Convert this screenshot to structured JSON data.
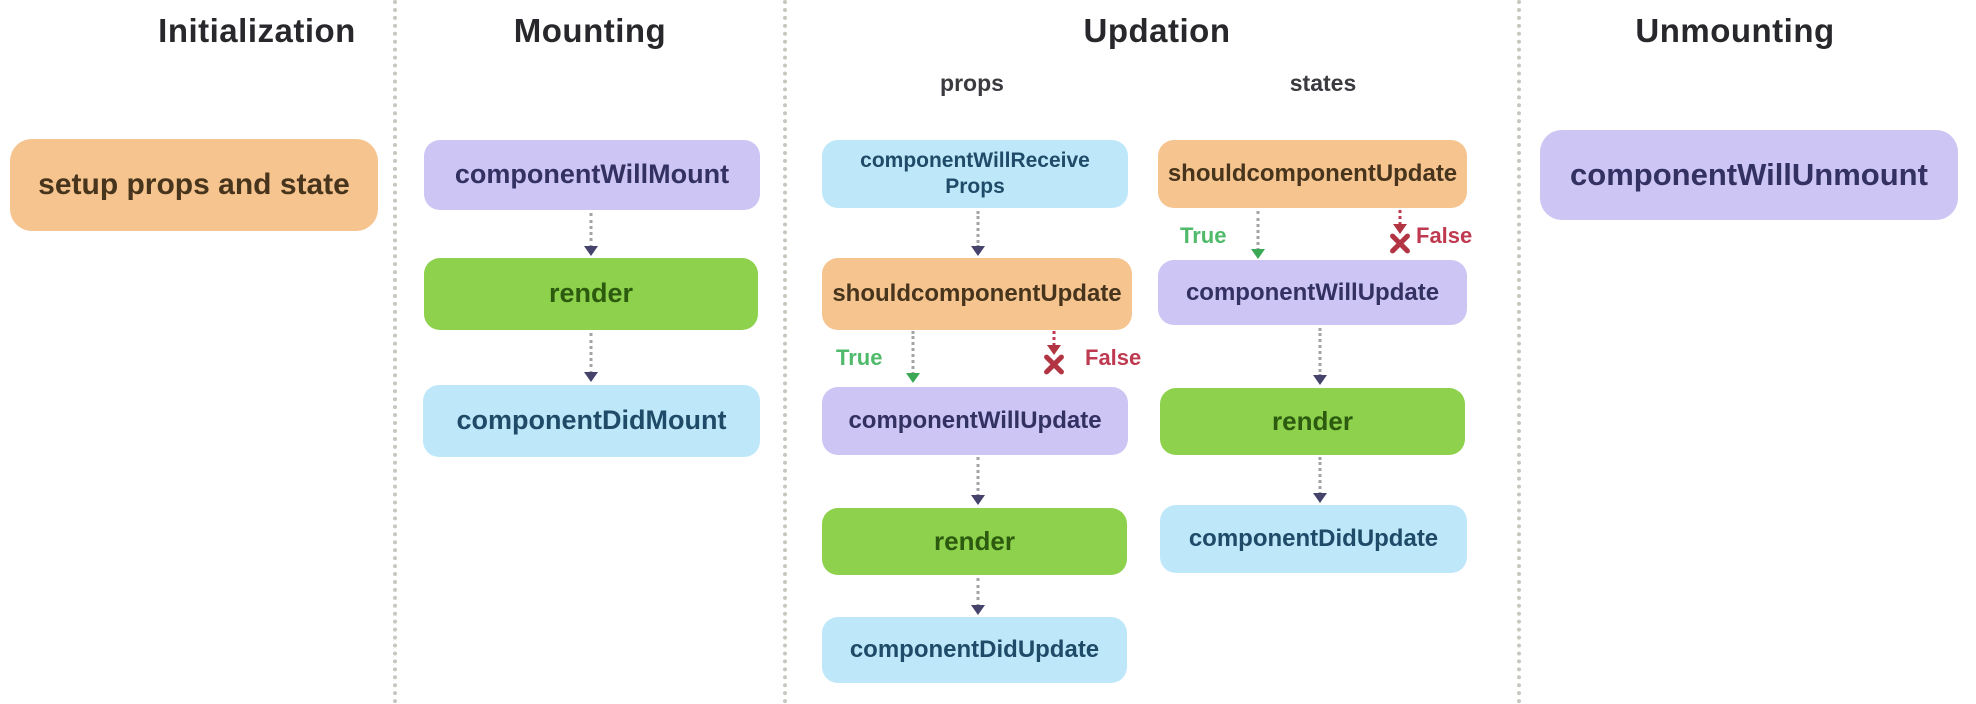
{
  "palette": {
    "node_orange": "#f6c48f",
    "node_purple": "#cdc5f3",
    "node_green": "#8dd14c",
    "node_blue": "#bee8fa",
    "true_green": "#4fba6a",
    "false_red": "#bf3a50",
    "arrow_gray": "#a3a3a6",
    "arrowhead_dark": "#45426b"
  },
  "columns": [
    {
      "title": "Initialization",
      "boxes": [
        {
          "label": "setup props and state",
          "color": "orange"
        }
      ]
    },
    {
      "title": "Mounting",
      "boxes": [
        {
          "label": "componentWillMount",
          "color": "purple"
        },
        {
          "label": "render",
          "color": "green"
        },
        {
          "label": "componentDidMount",
          "color": "blue"
        }
      ]
    },
    {
      "title": "Updation",
      "branches": [
        {
          "label": "props",
          "boxes": [
            {
              "label": "componentWillReceiveProps",
              "color": "blue"
            },
            {
              "label": "shouldcomponentUpdate",
              "color": "orange"
            },
            {
              "label": "componentWillUpdate",
              "color": "purple"
            },
            {
              "label": "render",
              "color": "green"
            },
            {
              "label": "componentDidUpdate",
              "color": "blue"
            }
          ],
          "condition": {
            "true_label": "True",
            "false_label": "False"
          }
        },
        {
          "label": "states",
          "boxes": [
            {
              "label": "shouldcomponentUpdate",
              "color": "orange"
            },
            {
              "label": "componentWillUpdate",
              "color": "purple"
            },
            {
              "label": "render",
              "color": "green"
            },
            {
              "label": "componentDidUpdate",
              "color": "blue"
            }
          ],
          "condition": {
            "true_label": "True",
            "false_label": "False"
          }
        }
      ]
    },
    {
      "title": "Unmounting",
      "boxes": [
        {
          "label": "componentWillUnmount",
          "color": "purple"
        }
      ]
    }
  ]
}
